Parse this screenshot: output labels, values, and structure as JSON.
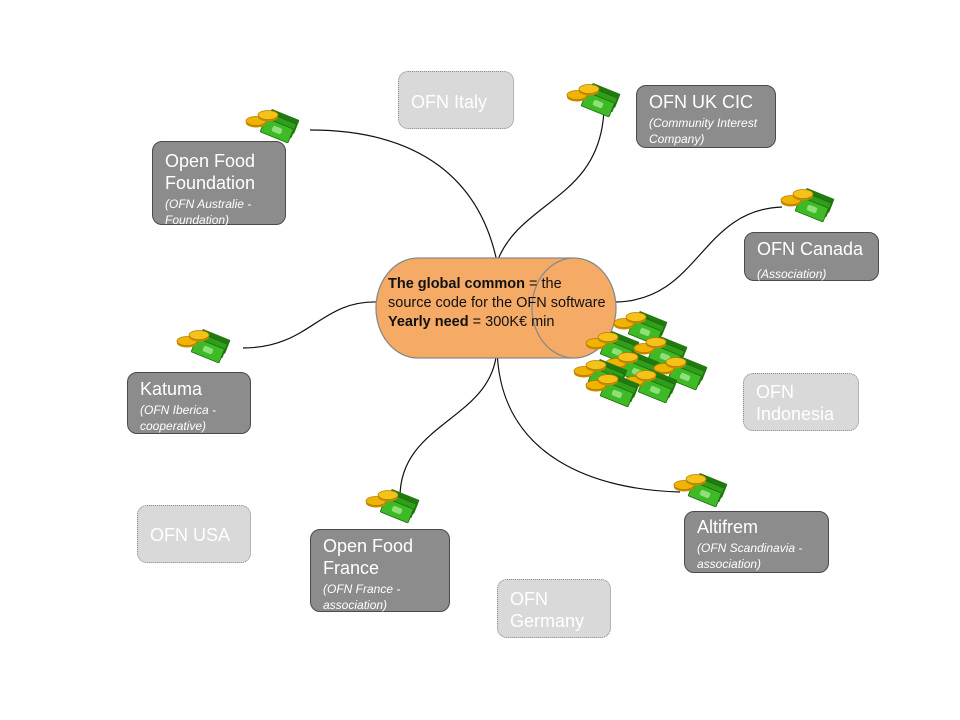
{
  "center": {
    "common_bold": "The global common",
    "common_rest": " = the source code for the OFN software",
    "need_bold": "Yearly need",
    "need_rest": " = 300K€ min"
  },
  "nodes": {
    "open_food_foundation": {
      "name": "Open Food Foundation",
      "sub": "(OFN Australie - Foundation)"
    },
    "ofn_italy": {
      "name": "OFN Italy"
    },
    "ofn_uk_cic": {
      "name": "OFN UK CIC",
      "sub": "(Community Interest Company)"
    },
    "ofn_canada": {
      "name": "OFN Canada",
      "sub": "(Association)"
    },
    "katuma": {
      "name": "Katuma",
      "sub": "(OFN Iberica - cooperative)"
    },
    "ofn_indonesia": {
      "name": "OFN Indonesia"
    },
    "ofn_usa": {
      "name": "OFN USA"
    },
    "open_food_france": {
      "name": "Open Food France",
      "sub": "(OFN France - association)"
    },
    "ofn_germany": {
      "name": "OFN Germany"
    },
    "altifrem": {
      "name": "Altifrem",
      "sub": "(OFN Scandinavia - association)"
    }
  },
  "colors": {
    "center_fill": "#f5ab66",
    "active_box": "#8c8c8c",
    "planned_box": "#d9d9d9",
    "money_green": "#2f9e1a",
    "coin_gold": "#f0b400"
  },
  "icons": [
    "money-icon"
  ]
}
